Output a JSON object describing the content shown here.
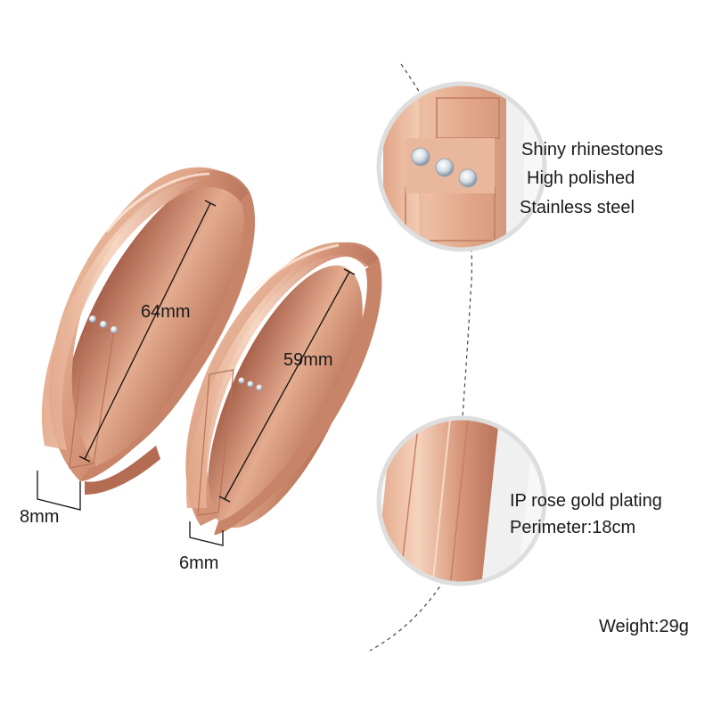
{
  "product": {
    "large_bangle": {
      "diameter_label": "64mm",
      "width_label": "8mm"
    },
    "small_bangle": {
      "diameter_label": "59mm",
      "width_label": "6mm"
    },
    "detail_top": {
      "lines": [
        "Shiny rhinestones",
        "High polished",
        "Stainless steel"
      ]
    },
    "detail_bottom": {
      "lines": [
        "IP rose gold plating",
        "Perimeter:18cm"
      ]
    },
    "weight_label": "Weight:29g"
  },
  "colors": {
    "rose_gold_light": "#f2c4a6",
    "rose_gold_mid": "#d9967a",
    "rose_gold_dark": "#a8614a",
    "rhinestone": "#e6eef4",
    "text": "#1a1a1a"
  }
}
